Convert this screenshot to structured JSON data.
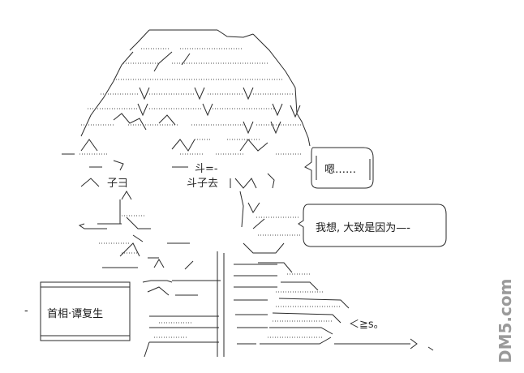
{
  "speech_bubbles": [
    {
      "text": "嗯……"
    },
    {
      "text": "我想, 大致是因为—-"
    }
  ],
  "caption": {
    "text": "首相·谭复生"
  },
  "watermark": {
    "text": "DM5.com",
    "color": "#9a9a9a"
  }
}
